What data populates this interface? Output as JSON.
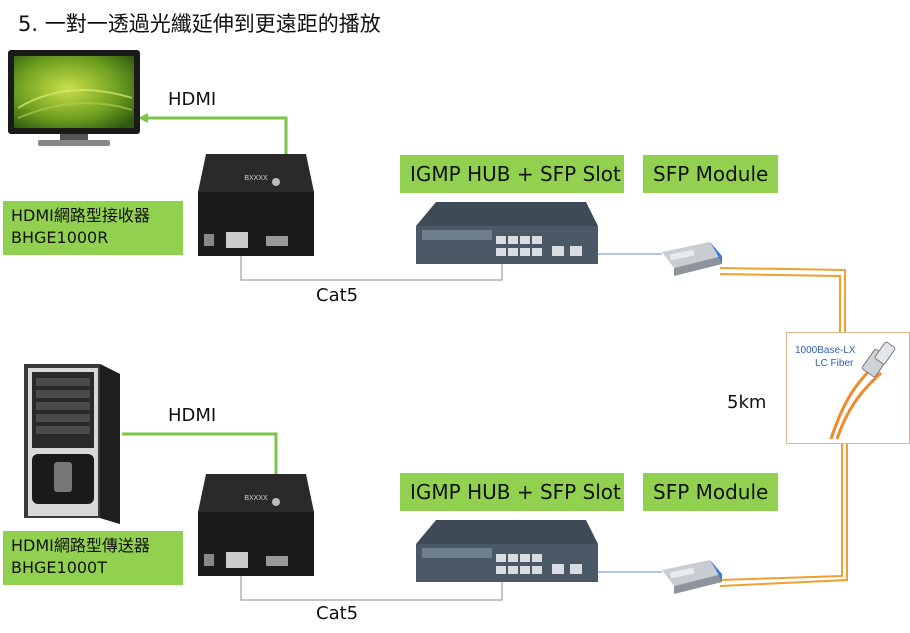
{
  "title": "5. 一對一透過光纖延伸到更遠距的播放",
  "top": {
    "hdmi_label": "HDMI",
    "cat5_label": "Cat5",
    "device_box": {
      "line1": "HDMI網路型接收器",
      "line2": "BHGE1000R"
    },
    "hub_box": "IGMP HUB + SFP Slot",
    "sfp_box": "SFP Module"
  },
  "bottom": {
    "hdmi_label": "HDMI",
    "cat5_label": "Cat5",
    "device_box": {
      "line1": "HDMI網路型傳送器",
      "line2": "BHGE1000T"
    },
    "hub_box": "IGMP HUB + SFP Slot",
    "sfp_box": "SFP Module"
  },
  "fiber": {
    "distance_label": "5km",
    "inset_line1": "1000Base-LX",
    "inset_line2": "LC Fiber"
  },
  "icons": [
    "monitor-icon",
    "pc-tower-icon",
    "extender-receiver-icon",
    "extender-transmitter-icon",
    "network-switch-icon",
    "sfp-module-icon",
    "fiber-cable-icon"
  ],
  "colors": {
    "label_green": "#92d050",
    "hdmi_line": "#7cc44a",
    "fiber_orange": "#f0a030",
    "cat5_line": "#8c8c8c"
  }
}
